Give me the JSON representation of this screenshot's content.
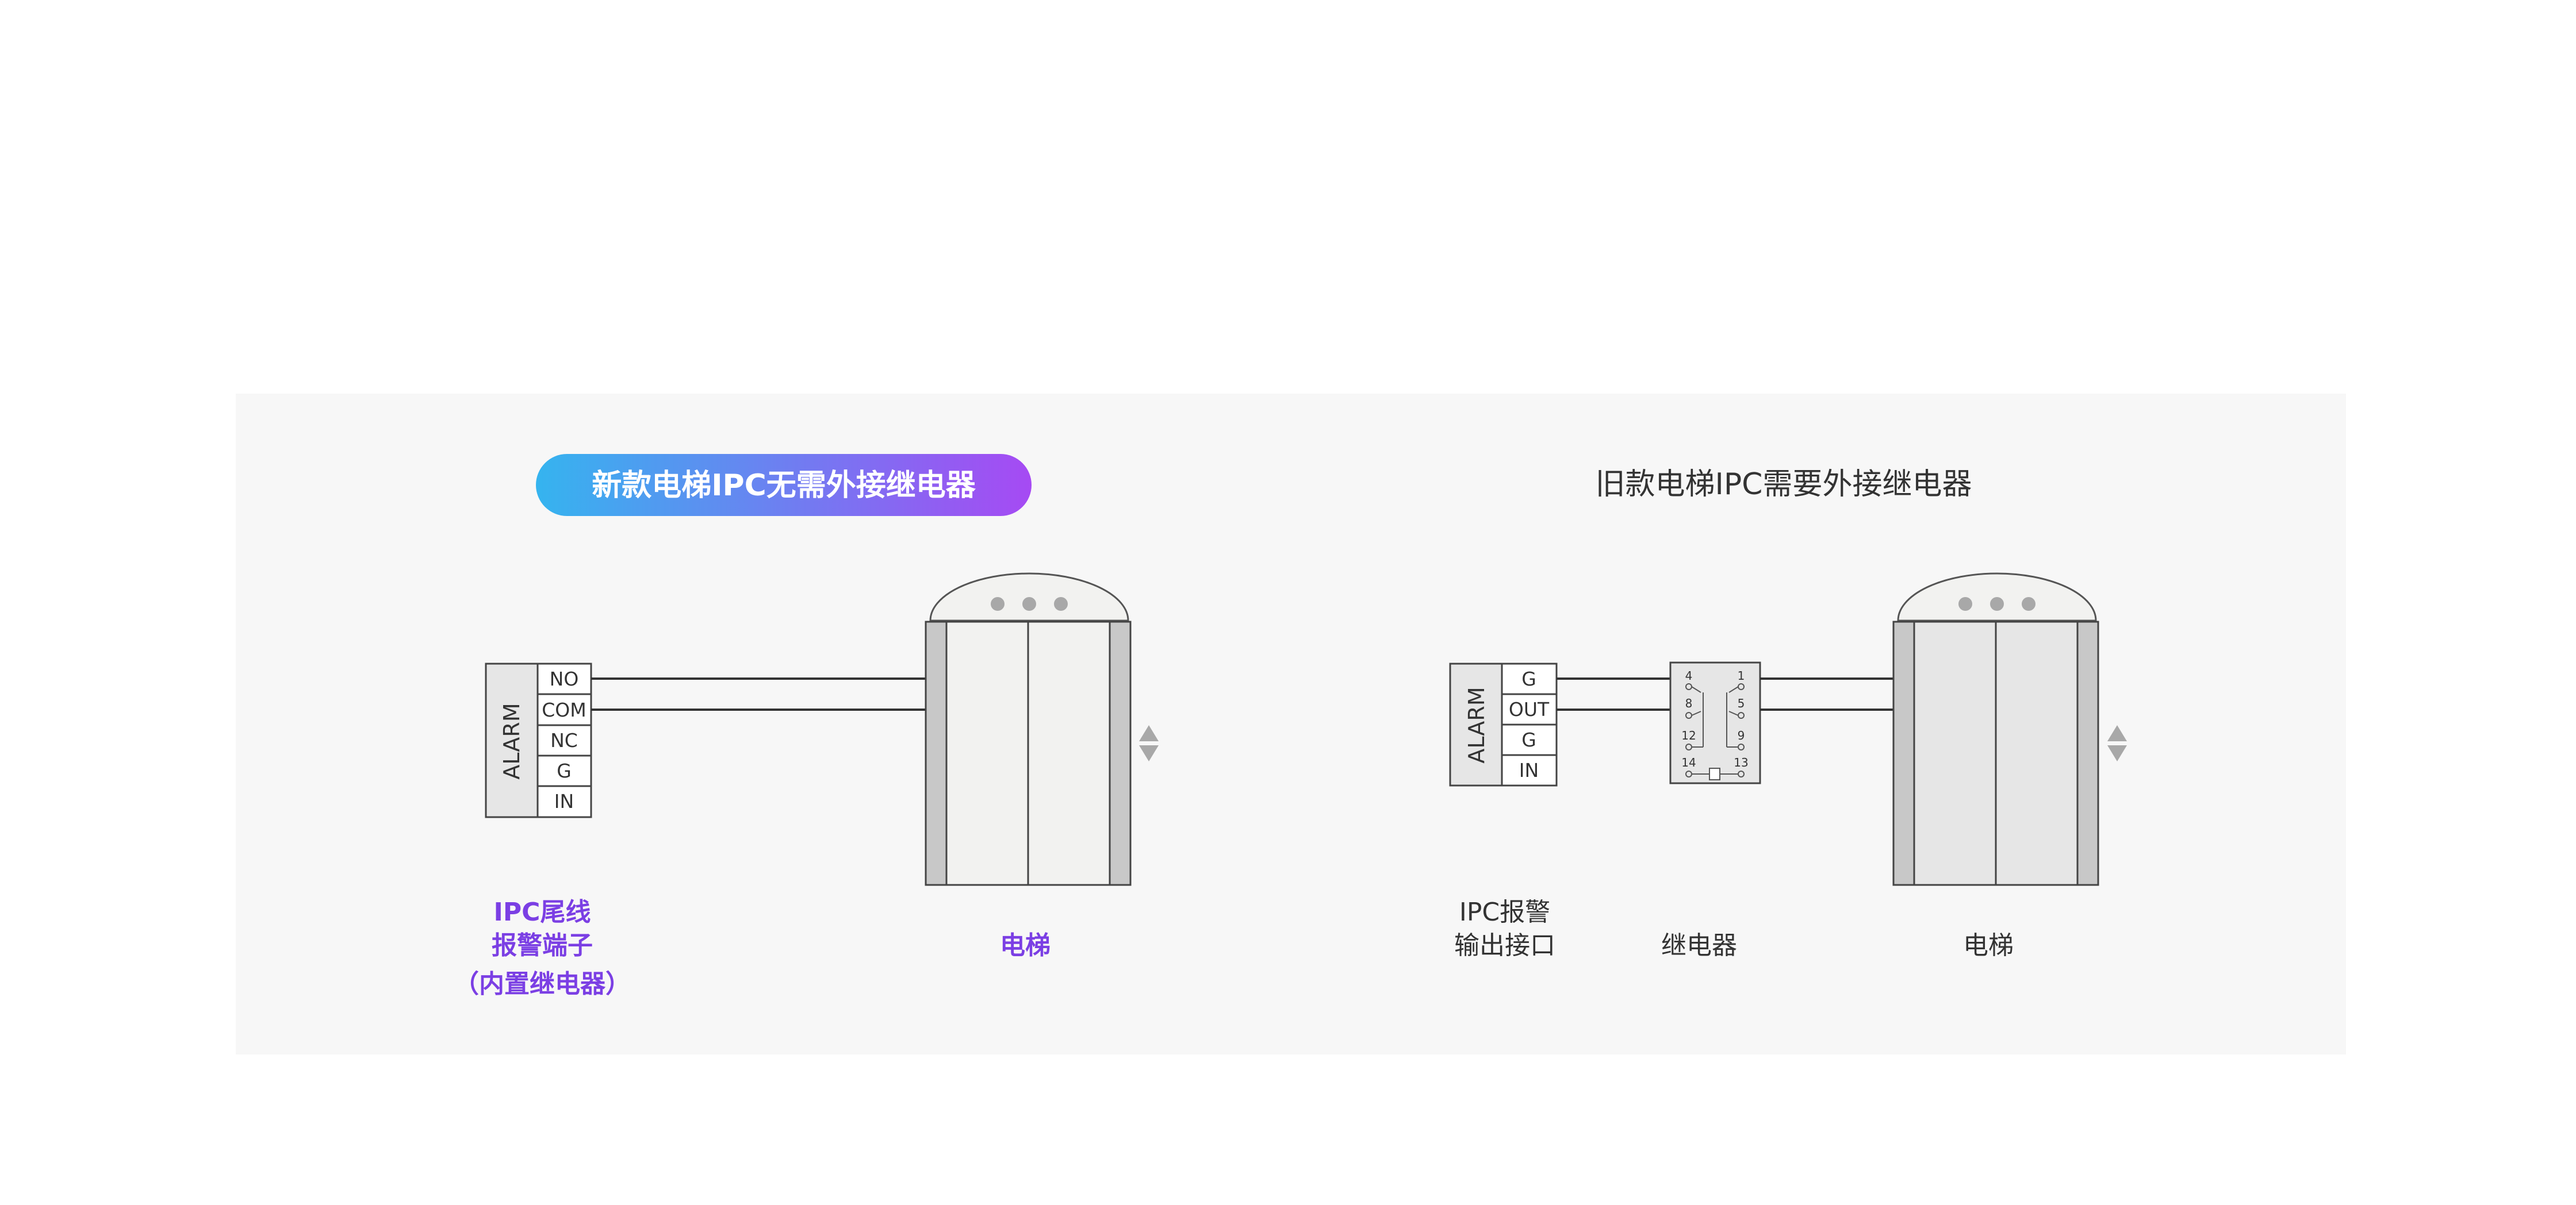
{
  "colors": {
    "panel": "#f7f7f7",
    "accent": "#7b3fe4",
    "pill_start": "#35b4ef",
    "pill_end": "#a64af3",
    "dark_text": "#333333",
    "line": "#333333",
    "arrow": "#a8a8a8"
  },
  "left": {
    "title": "新款电梯IPC无需外接继电器",
    "terminal": {
      "side_label": "ALARM",
      "pins": [
        "NO",
        "COM",
        "NC",
        "G",
        "IN"
      ]
    },
    "terminal_caption": [
      "IPC尾线",
      "报警端子",
      "（内置继电器）"
    ],
    "elevator_caption": "电梯"
  },
  "right": {
    "title": "旧款电梯IPC需要外接继电器",
    "terminal": {
      "side_label": "ALARM",
      "pins": [
        "G",
        "OUT",
        "G",
        "IN"
      ]
    },
    "relay": {
      "pin_numbers": [
        "4",
        "1",
        "8",
        "5",
        "12",
        "9",
        "14",
        "13"
      ]
    },
    "terminal_caption": [
      "IPC报警",
      "输出接口"
    ],
    "relay_caption": "继电器",
    "elevator_caption": "电梯"
  }
}
